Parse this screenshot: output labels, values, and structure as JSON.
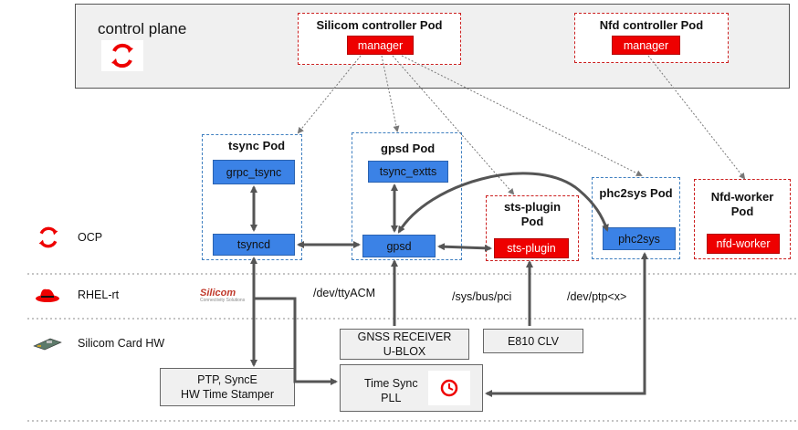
{
  "control_plane": {
    "title": "control plane",
    "silicom_controller": {
      "title": "Silicom  controller Pod",
      "container": "manager"
    },
    "nfd_controller": {
      "title": "Nfd controller Pod",
      "container": "manager"
    }
  },
  "layers": {
    "ocp": "OCP",
    "rhel": "RHEL-rt",
    "hw": "Silicom Card HW"
  },
  "pods": {
    "tsync": {
      "title": "tsync Pod",
      "containers": [
        "grpc_tsync",
        "tsyncd"
      ]
    },
    "gpsd": {
      "title": "gpsd Pod",
      "containers": [
        "tsync_extts",
        "gpsd"
      ]
    },
    "sts_plugin": {
      "title_line1": "sts-plugin",
      "title_line2": "Pod",
      "container": "sts-plugin"
    },
    "phc2sys": {
      "title": "phc2sys Pod",
      "container": "phc2sys"
    },
    "nfd_worker": {
      "title_line1": "Nfd-worker",
      "title_line2": "Pod",
      "container": "nfd-worker"
    }
  },
  "paths": {
    "tty": "/dev/ttyACM",
    "pci": "/sys/bus/pci",
    "ptp": "/dev/ptp<x>"
  },
  "hardware": {
    "gnss_line1": "GNSS RECEIVER",
    "gnss_line2": "U-BLOX",
    "e810": "E810 CLV",
    "ptp_line1": "PTP, SyncE",
    "ptp_line2": "HW Time Stamper",
    "timesync_line1": "Time Sync",
    "timesync_line2": "PLL"
  },
  "logos": {
    "silicom_text": "Silicom",
    "silicom_sub": "Connectivity Solutions"
  },
  "colors": {
    "red": "#ee0000",
    "blue": "#3b82e6",
    "gray": "#f0f0f0",
    "arrow": "#555555"
  },
  "icons": {
    "openshift": "openshift-logo-icon",
    "redhat": "redhat-hat-icon",
    "card": "network-card-icon",
    "clock": "clock-icon"
  }
}
